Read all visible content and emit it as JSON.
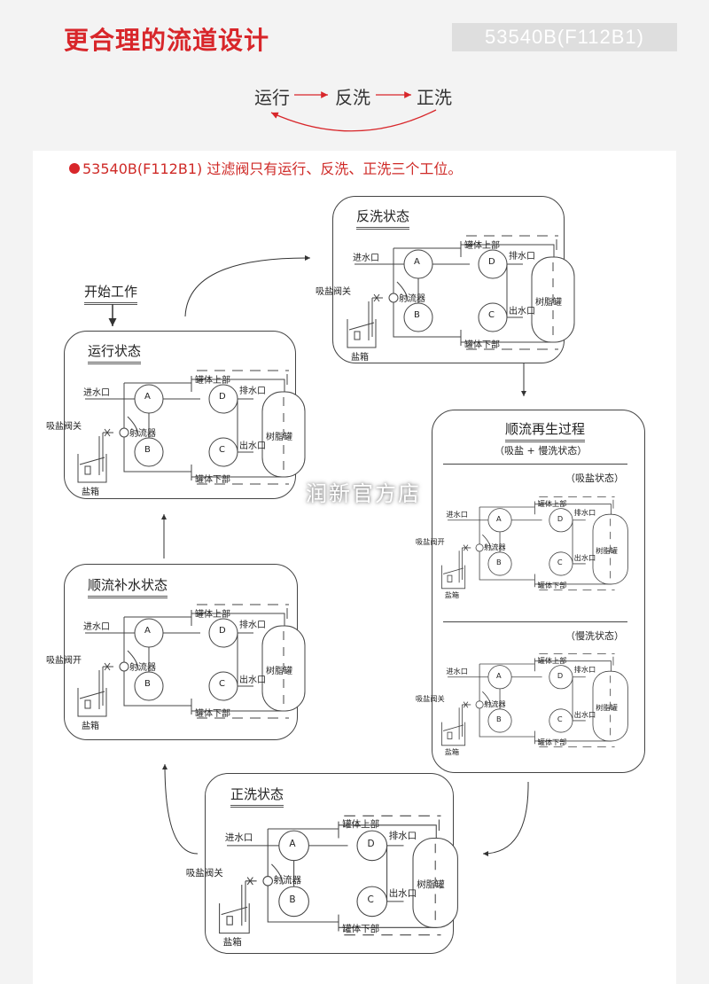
{
  "header": {
    "title": "更合理的流道设计",
    "model_badge": "53540B(F112B1)"
  },
  "cycle": {
    "steps": [
      "运行",
      "反洗",
      "正洗"
    ],
    "return_arrow": "正洗 → 运行",
    "accent_color": "#d8262a"
  },
  "intro": {
    "text": "53540B(F112B1) 过滤阀只有运行、反洗、正洗三个工位。"
  },
  "start": {
    "label": "开始工作"
  },
  "watermark": "润新官方店",
  "labels": {
    "inlet": "进水口",
    "drain": "排水口",
    "outlet": "出水口",
    "tank_top": "罐体上部",
    "tank_bottom": "罐体下部",
    "resin_tank": "树脂罐",
    "injector": "射流器",
    "brine_box": "盐箱",
    "valve_closed": "吸盐阀关",
    "valve_open": "吸盐阀开",
    "port_a": "A",
    "port_b": "B",
    "port_c": "C",
    "port_d": "D"
  },
  "states": [
    {
      "id": "run",
      "title": "运行状态",
      "brine_valve": "吸盐阀关"
    },
    {
      "id": "backwash",
      "title": "反洗状态",
      "brine_valve": "吸盐阀关"
    },
    {
      "id": "regen",
      "title": "顺流再生过程",
      "subtitle": "（吸盐 + 慢洗状态）",
      "substates": [
        {
          "label": "（吸盐状态）",
          "brine_valve": "吸盐阀开"
        },
        {
          "label": "（慢洗状态）",
          "brine_valve": "吸盐阀关"
        }
      ]
    },
    {
      "id": "refill",
      "title": "顺流补水状态",
      "brine_valve": "吸盐阀开"
    },
    {
      "id": "rinse",
      "title": "正洗状态",
      "brine_valve": "吸盐阀关"
    }
  ]
}
